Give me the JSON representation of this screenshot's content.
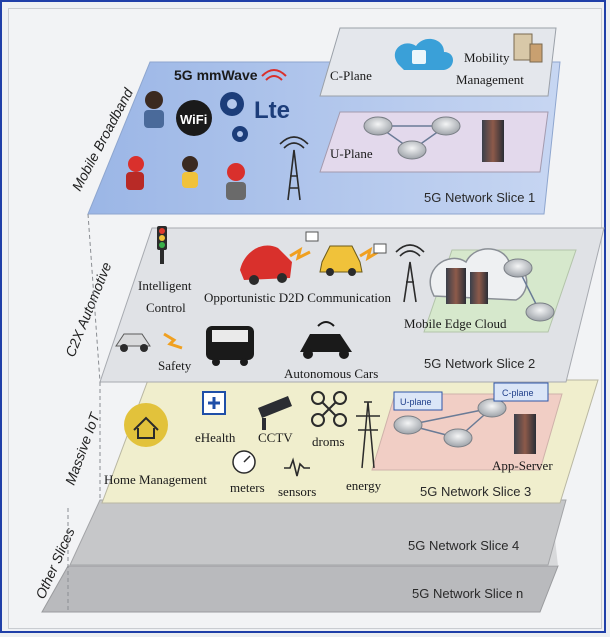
{
  "layers": [
    {
      "side_label": "Mobile Broadband",
      "slice_label": "5G Network Slice 1",
      "color": "#a9c2ec"
    },
    {
      "side_label": "C2X Automotive",
      "slice_label": "5G Network Slice 2",
      "color": "#e1e3e7"
    },
    {
      "side_label": "Massive IoT",
      "slice_label": "5G Network Slice 3",
      "color": "#f1efcf"
    },
    {
      "side_label": "Other Slices",
      "slice_label": "5G Network Slice 4",
      "color": "#c8c9cb"
    },
    {
      "slice_label": "5G Network Slice n",
      "color": "#bdbec1"
    }
  ],
  "slice1": {
    "tech_title": "5G mmWave",
    "wifi": "WiFi",
    "lte": "Lte",
    "c_plane": "C-Plane",
    "u_plane": "U-Plane",
    "mobility_line1": "Mobility",
    "mobility_line2": "Management"
  },
  "slice2": {
    "intelligent_line1": "Intelligent",
    "intelligent_line2": "Control",
    "d2d": "Opportunistic D2D Communication",
    "mec": "Mobile Edge Cloud",
    "safety": "Safety",
    "autonomous": "Autonomous Cars"
  },
  "slice3": {
    "home": "Home Management",
    "ehealth": "eHealth",
    "cctv": "CCTV",
    "drones": "droms",
    "meters": "meters",
    "sensors": "sensors",
    "energy": "energy",
    "u_plane": "U-plane",
    "c_plane": "C-plane",
    "app_server": "App-Server"
  },
  "colors": {
    "accent_blue": "#1f4fa8",
    "lte_blue": "#1c3d7a",
    "signal_red": "#d9302c"
  }
}
